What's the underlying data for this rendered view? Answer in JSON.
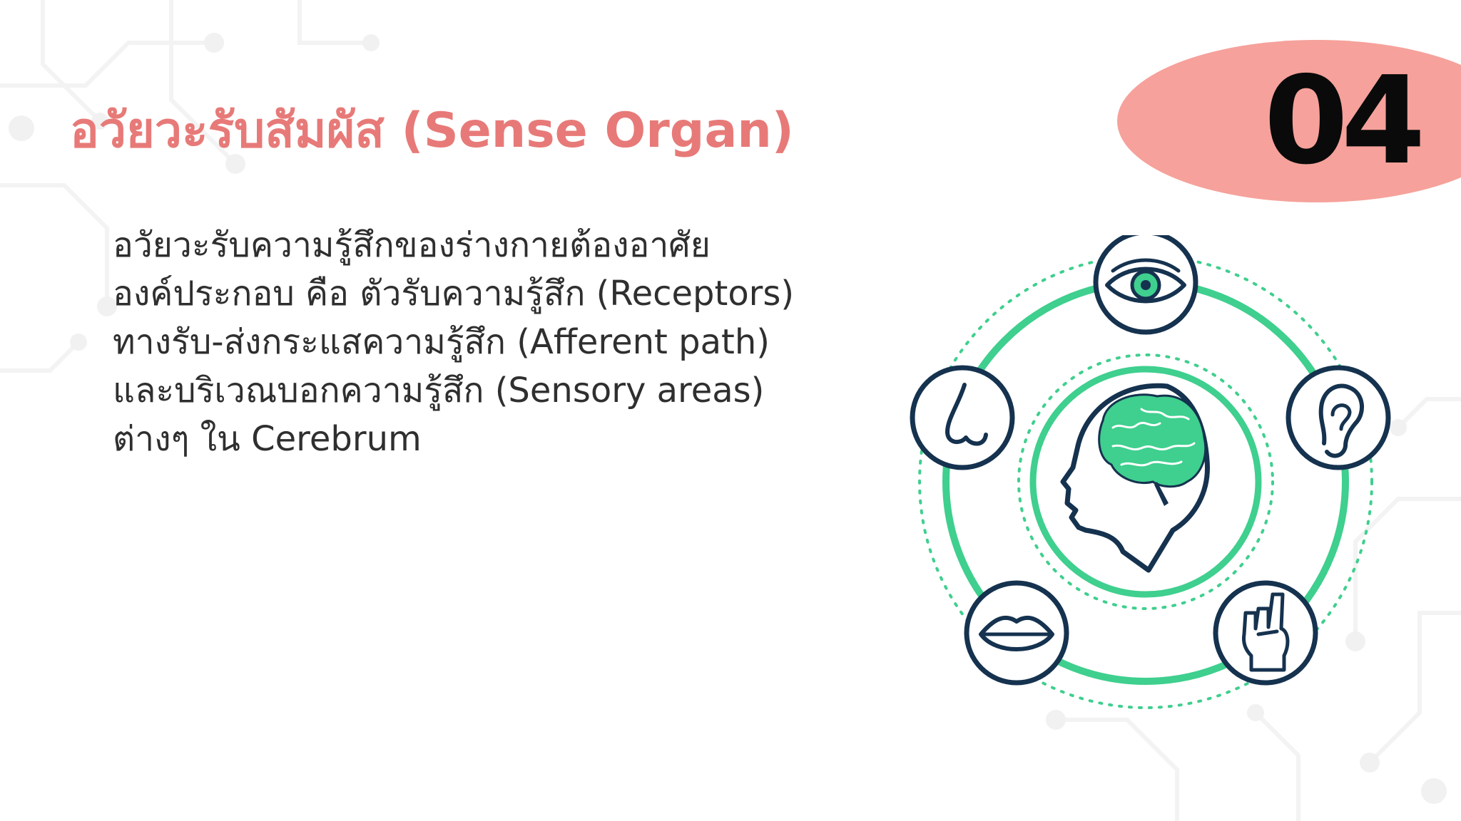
{
  "slide": {
    "number": "04",
    "title": "อวัยวะรับสัมผัส (Sense Organ)",
    "body_lines": [
      "อวัยวะรับความรู้สึกของร่างกายต้องอาศัย",
      "องค์ประกอบ คือ ตัวรับความรู้สึก (Receptors)",
      "ทางรับ-ส่งกระแสความรู้สึก (Afferent path)",
      "และบริเวณบอกความรู้สึก (Sensory areas)",
      "ต่างๆ ใน Cerebrum"
    ]
  },
  "colors": {
    "title": "#e77a78",
    "badge": "#f6a19b",
    "badge_text": "#0a0a0a",
    "body_text": "#2f2f2f",
    "ring": "#3fcf8e",
    "icon_stroke": "#15324f",
    "brain": "#3fcf8e"
  },
  "diagram": {
    "icons": [
      "eye-icon",
      "ear-icon",
      "hand-icon",
      "mouth-icon",
      "nose-icon",
      "head-brain-icon"
    ]
  }
}
